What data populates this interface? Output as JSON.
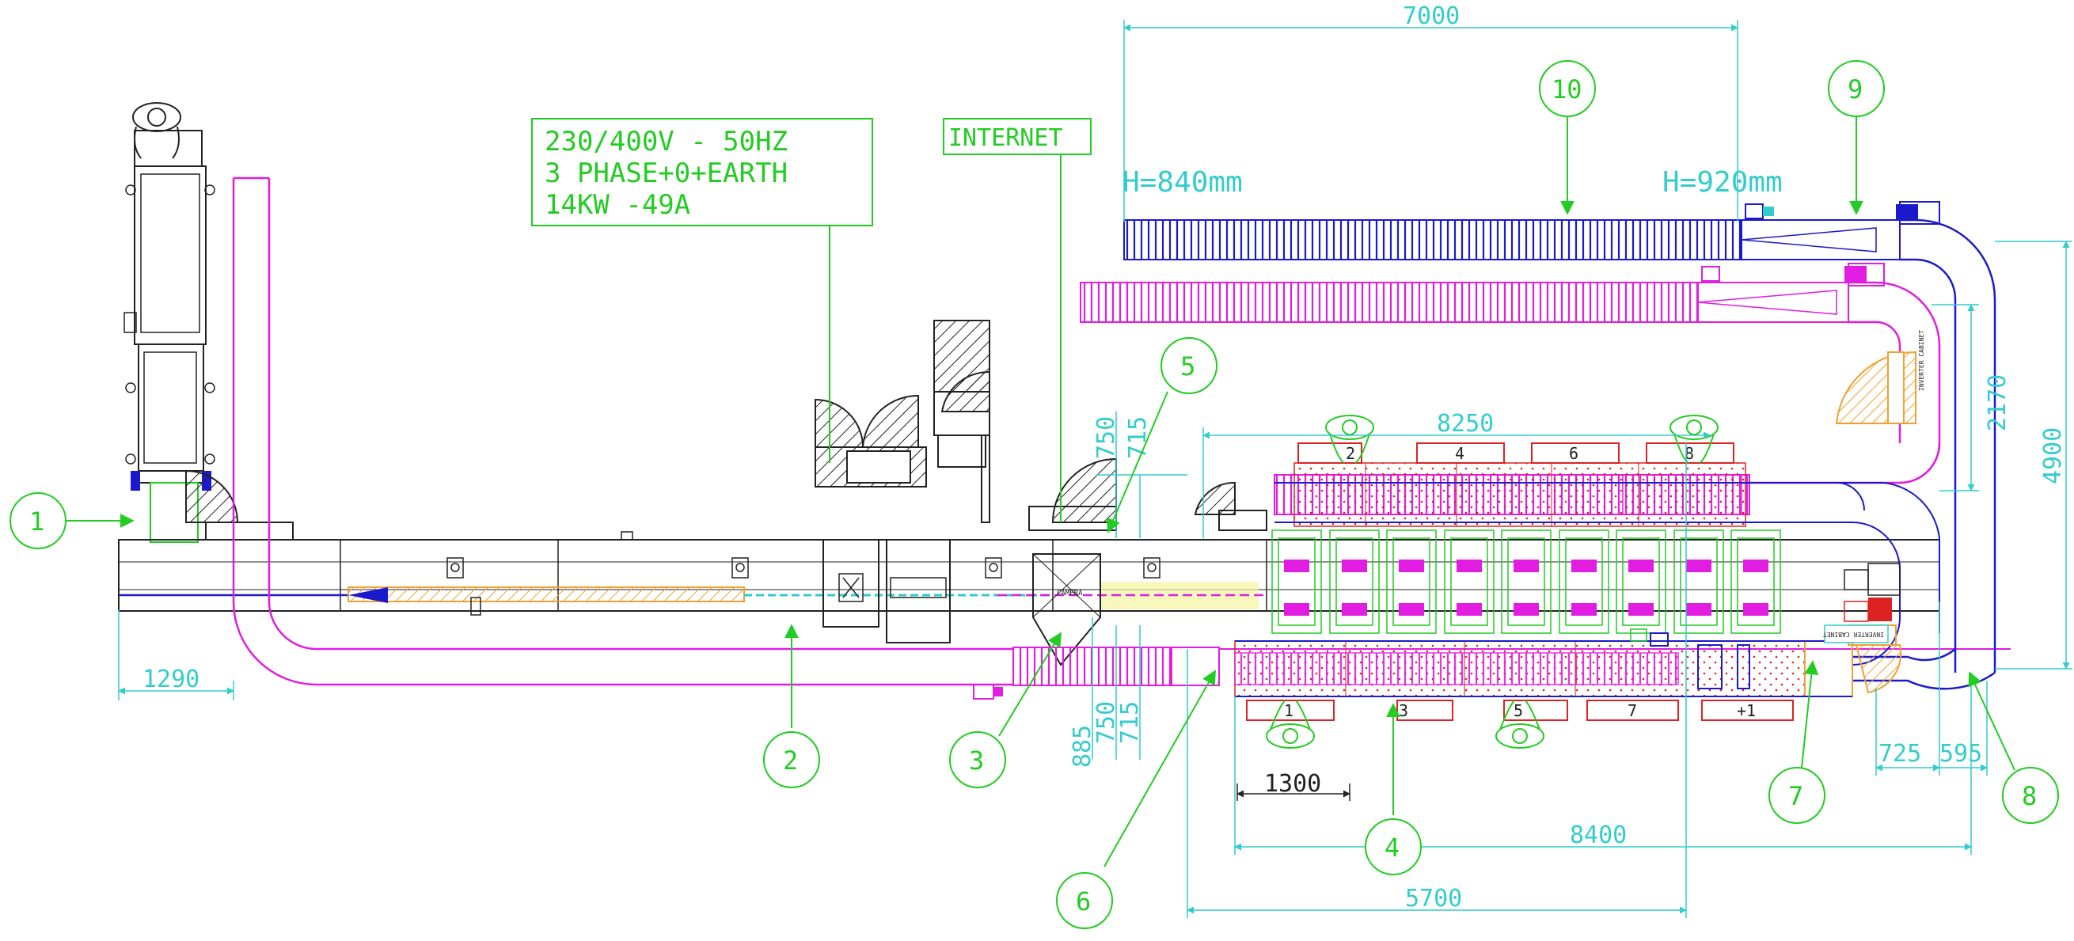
{
  "colors": {
    "green": "#22cc22",
    "cyan": "#33cccc",
    "blue": "#1a1acc",
    "magenta": "#e01de0",
    "black": "#222222",
    "red": "#dd2222",
    "orange": "#f0a030",
    "yellow": "#f5f5a0"
  },
  "power_box": {
    "line1": "230/400V - 50HZ",
    "line2": "3 PHASE+0+EARTH",
    "line3": "14KW -49A"
  },
  "internet_label": "INTERNET",
  "heights": {
    "left": "H=840mm",
    "right": "H=920mm"
  },
  "dimensions": {
    "d7000": "7000",
    "d8250": "8250",
    "d8400": "8400",
    "d5700": "5700",
    "d1300": "1300",
    "d1290": "1290",
    "d2170": "2170",
    "d4900": "4900",
    "d725": "725",
    "d595": "595",
    "d750_top": "750",
    "d715_top": "715",
    "d885": "885",
    "d750_bot": "750",
    "d715_bot": "715"
  },
  "callouts": [
    "1",
    "2",
    "3",
    "4",
    "5",
    "6",
    "7",
    "8",
    "9",
    "10"
  ],
  "stations_top": [
    "2",
    "4",
    "6",
    "8"
  ],
  "stations_bottom": [
    "1",
    "3",
    "5",
    "7",
    "+1"
  ],
  "small_labels": {
    "camera": "CAMERA",
    "cabinet_top": "INVERTER CABINET",
    "cabinet_bottom": "INVERTER CABINET"
  }
}
